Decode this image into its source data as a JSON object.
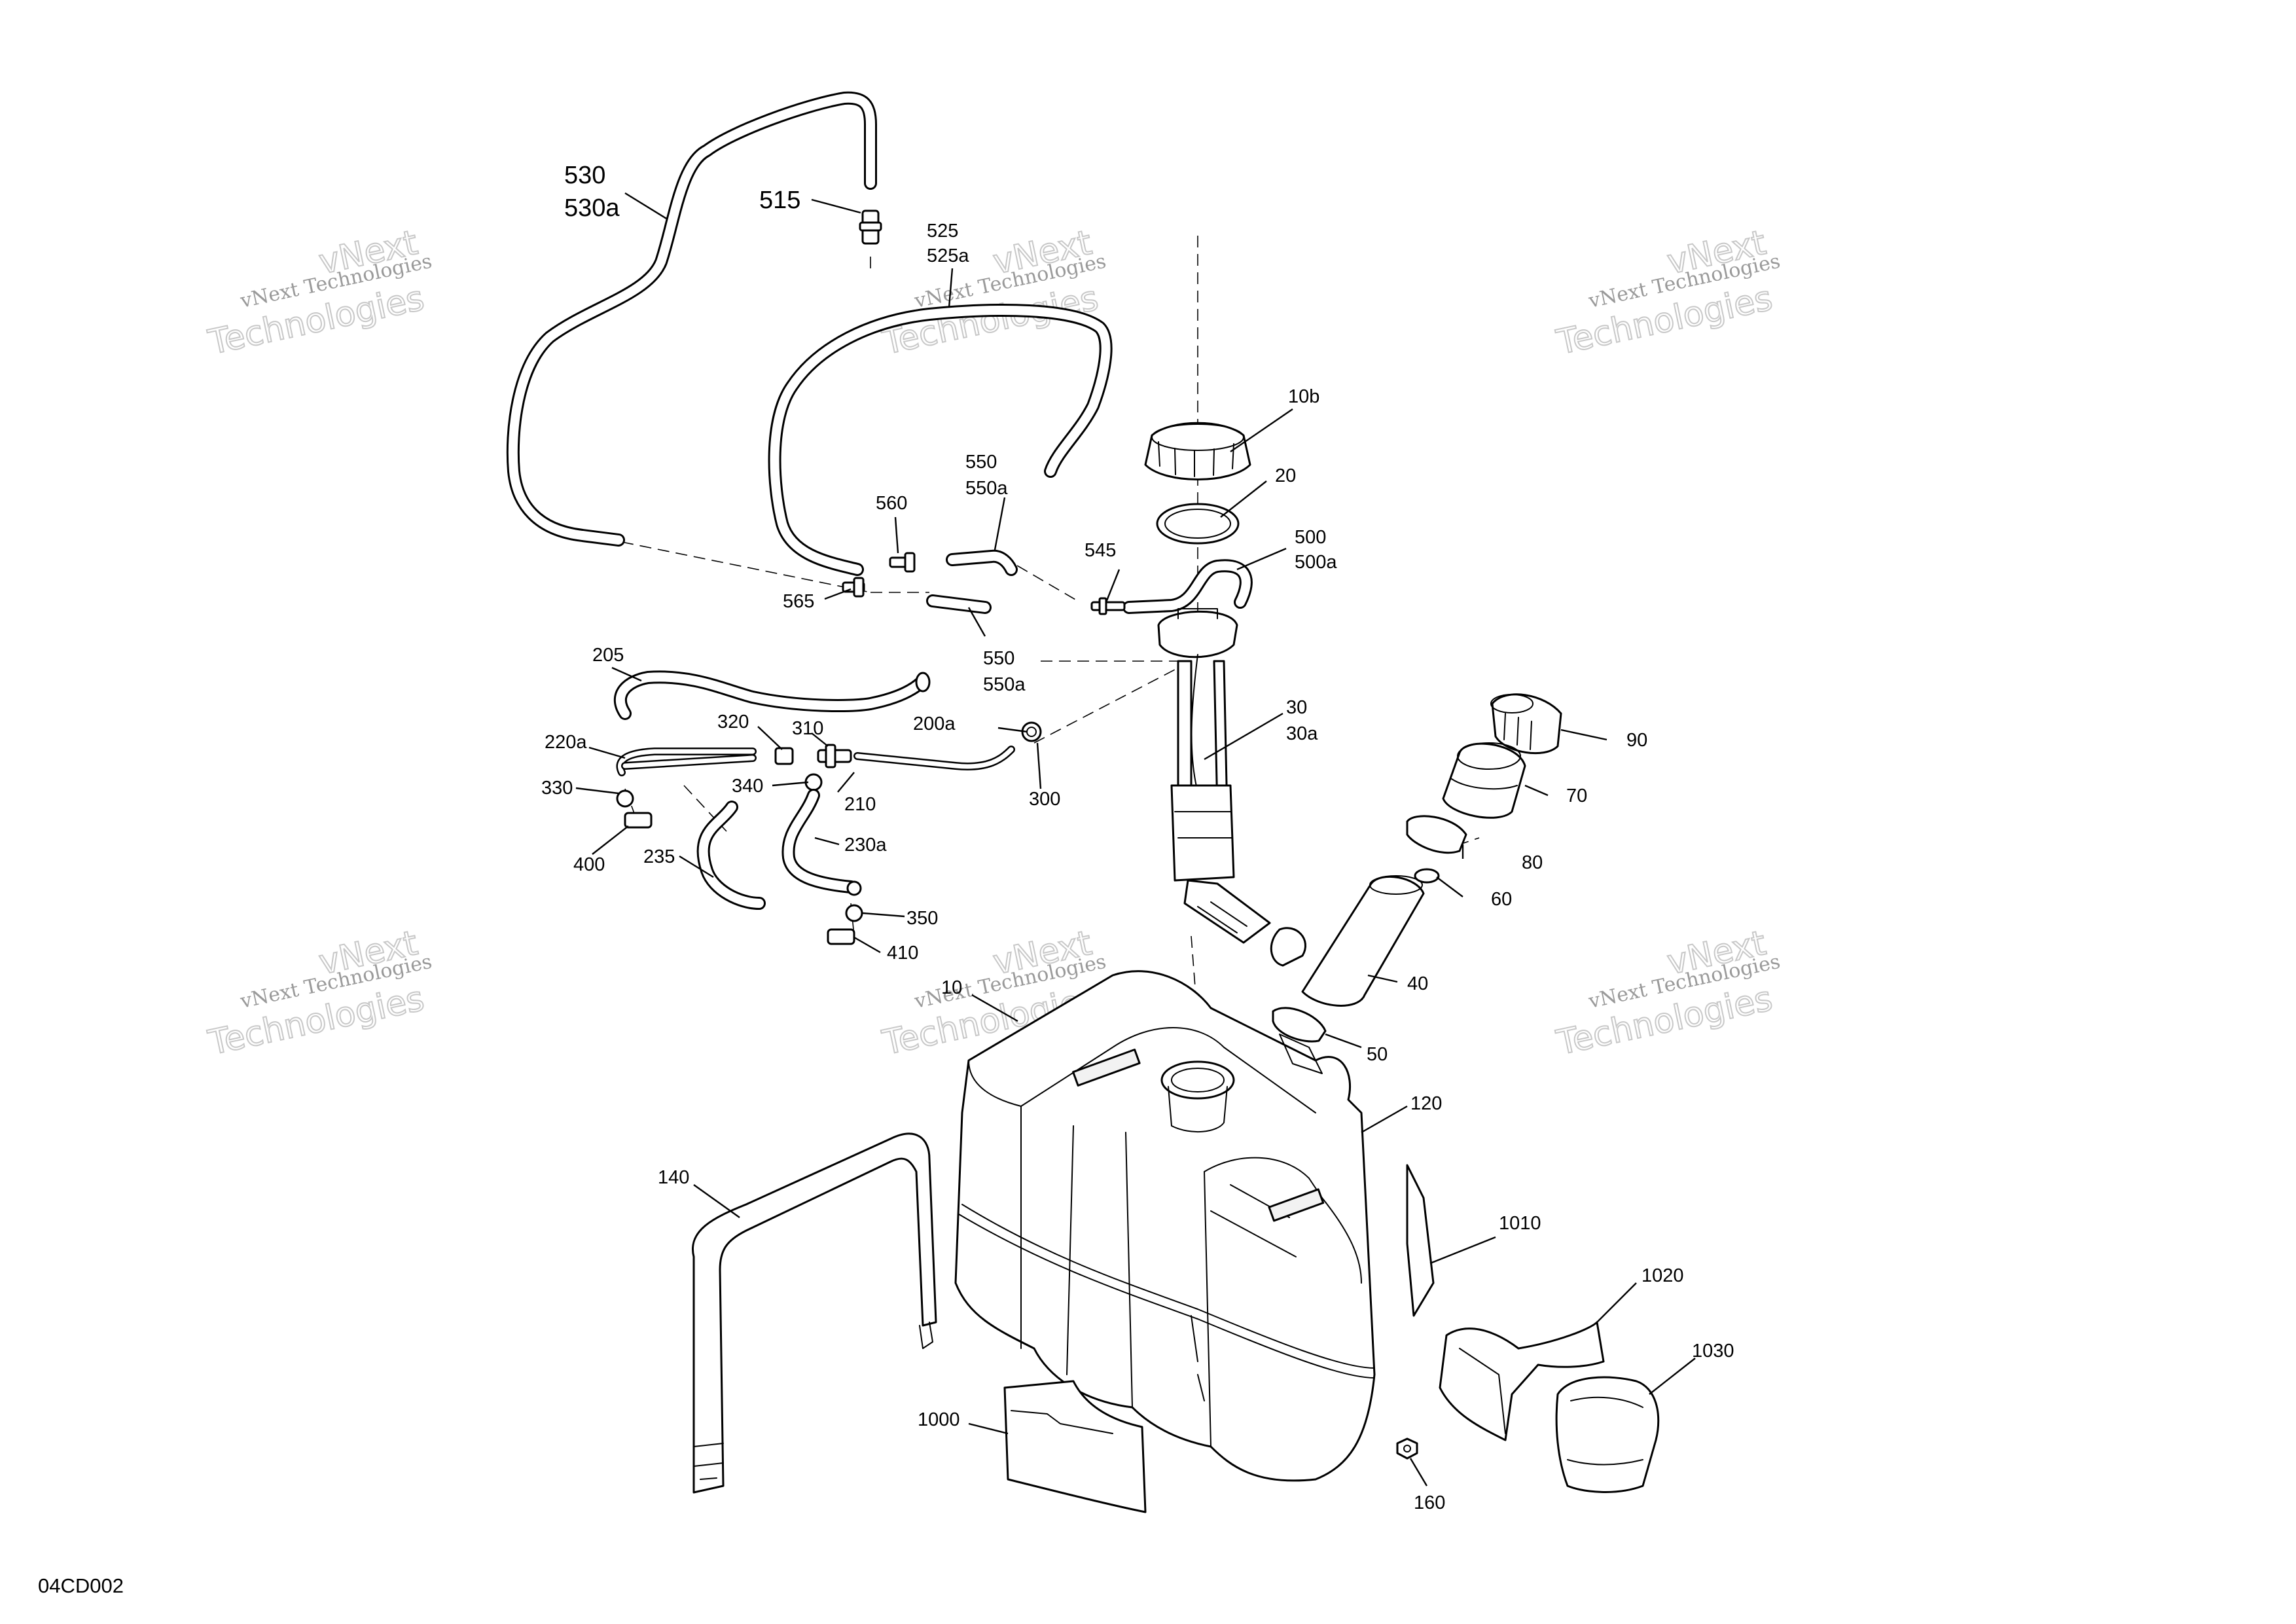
{
  "watermark": {
    "line1": "vNext Technologies",
    "line2": "vNext",
    "line3": "Technologies"
  },
  "diagram_code": "04CD002",
  "callouts": {
    "c530": "530",
    "c530a": "530a",
    "c515": "515",
    "c525": "525",
    "c525a": "525a",
    "c10b": "10b",
    "c20": "20",
    "c550": "550",
    "c550a": "550a",
    "c560": "560",
    "c545": "545",
    "c500": "500",
    "c500a": "500a",
    "c565": "565",
    "c550b": "550",
    "c550ba": "550a",
    "c205": "205",
    "c320": "320",
    "c310": "310",
    "c200a": "200a",
    "c220a": "220a",
    "c30": "30",
    "c30a": "30a",
    "c90": "90",
    "c330": "330",
    "c340": "340",
    "c210": "210",
    "c300": "300",
    "c70": "70",
    "c230a": "230a",
    "c400": "400",
    "c235": "235",
    "c80": "80",
    "c60": "60",
    "c350": "350",
    "c410": "410",
    "c40": "40",
    "c10": "10",
    "c50": "50",
    "c120": "120",
    "c140": "140",
    "c1010": "1010",
    "c1020": "1020",
    "c1030": "1030",
    "c1000": "1000",
    "c160": "160"
  }
}
